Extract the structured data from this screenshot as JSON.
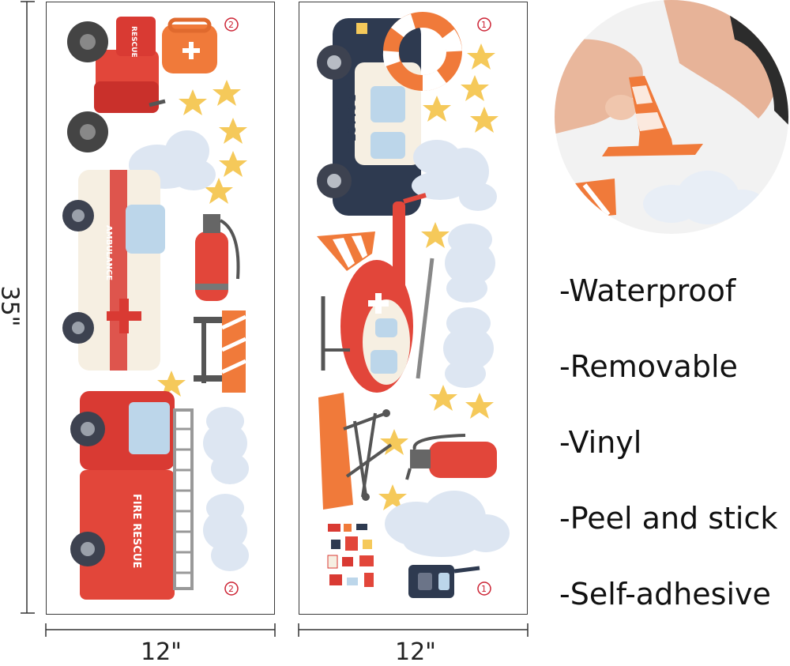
{
  "dimensions": {
    "height_label": "35\"",
    "width_label_left": "12\"",
    "width_label_right": "12\""
  },
  "sheets": {
    "left_number": "2",
    "right_number": "1"
  },
  "vehicle_labels": {
    "rescue": "RESCUE",
    "ambulance": "AMBULANCE",
    "police": "POLICE",
    "fire_rescue": "FIRE RESCUE"
  },
  "features": [
    "-Waterproof",
    "-Removable",
    "-Vinyl",
    "-Peel and stick",
    "-Self-adhesive"
  ],
  "colors": {
    "red": "#d93a33",
    "orange": "#f07a3a",
    "navy": "#2e3a50",
    "star": "#f5c95a",
    "cloud": "#dde6f2"
  }
}
